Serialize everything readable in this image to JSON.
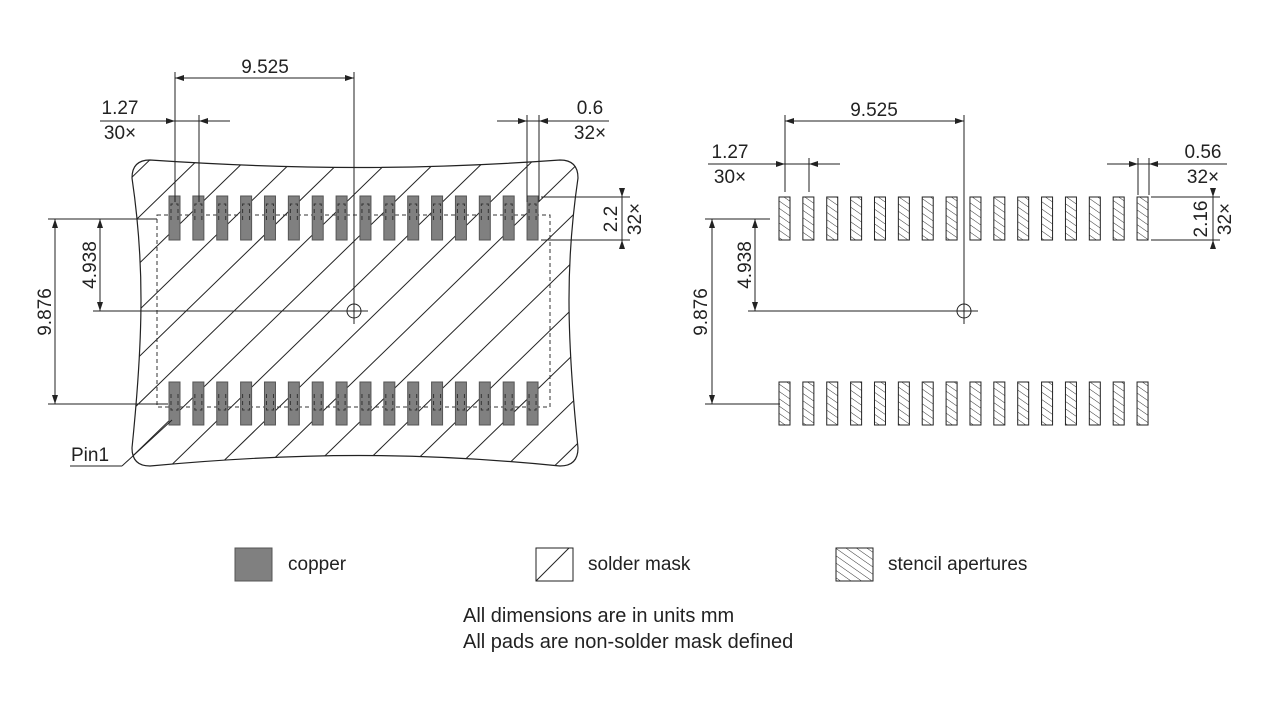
{
  "left_view": {
    "dim_pad_span": "9.525",
    "dim_pitch": "1.27",
    "dim_pitch_count": "30×",
    "dim_pad_width": "0.6",
    "dim_pad_width_count": "32×",
    "dim_pad_length": "2.2",
    "dim_pad_length_count": "32×",
    "dim_half_row_span": "4.938",
    "dim_row_span": "9.876",
    "pin1_label": "Pin1"
  },
  "right_view": {
    "dim_pad_span": "9.525",
    "dim_pitch": "1.27",
    "dim_pitch_count": "30×",
    "dim_pad_width": "0.56",
    "dim_pad_width_count": "32×",
    "dim_pad_length": "2.16",
    "dim_pad_length_count": "32×",
    "dim_half_row_span": "4.938",
    "dim_row_span": "9.876"
  },
  "legend": {
    "items": [
      {
        "label": "copper",
        "swatch": "copper-fill"
      },
      {
        "label": "solder mask",
        "swatch": "solder-mask-hatch"
      },
      {
        "label": "stencil apertures",
        "swatch": "stencil-hatch"
      }
    ]
  },
  "notes": {
    "line1": "All dimensions are in units mm",
    "line2": "All pads are non-solder mask defined"
  },
  "colors": {
    "copper": "#808080",
    "copper_border": "#555555",
    "line": "#222222"
  }
}
